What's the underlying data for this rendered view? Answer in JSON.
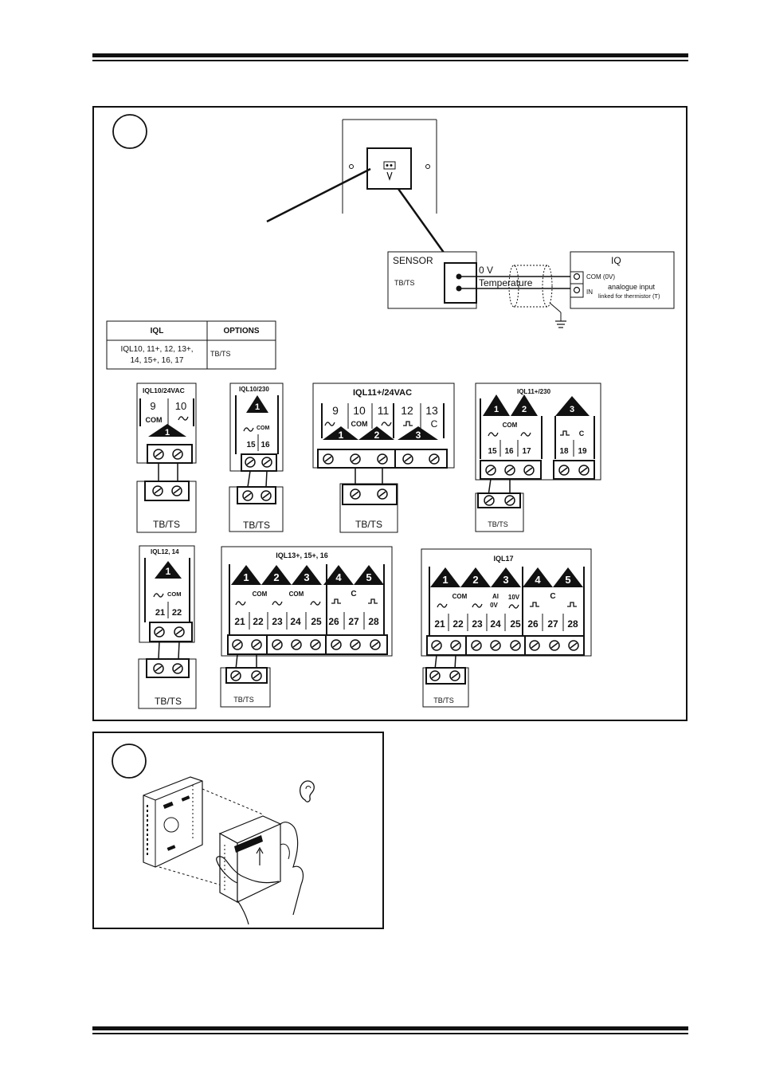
{
  "sensor_panel": {
    "sensor_label": "SENSOR",
    "sensor_option": "TB/TS",
    "wire_0v": "0 V",
    "wire_temp": "Temperature",
    "iq_label": "IQ",
    "iq_com": "COM (0V)",
    "iq_in": "IN",
    "iq_desc1": "analogue input",
    "iq_desc2": "linked for thermistor (T)"
  },
  "options_table": {
    "col1": "IQL",
    "col2": "OPTIONS",
    "row_iql_line1": "IQL10, 11+, 12, 13+,",
    "row_iql_line2": "14, 15+, 16, 17",
    "row_option": "TB/TS"
  },
  "wiring": {
    "iql10_24": {
      "title": "IQL10/24VAC",
      "t1": "9",
      "t2": "10",
      "com": "COM",
      "tri": "1",
      "sensor": "TB/TS"
    },
    "iql10_230": {
      "title": "IQL10/230",
      "tri": "1",
      "com": "COM",
      "t1": "15",
      "t2": "16",
      "sensor": "TB/TS"
    },
    "iql11_24": {
      "title": "IQL11+/24VAC",
      "terms": [
        "9",
        "10",
        "11",
        "12",
        "13"
      ],
      "com": "COM",
      "c": "C",
      "tri": [
        "1",
        "2",
        "3"
      ],
      "sensor": "TB/TS"
    },
    "iql11_230": {
      "title": "IQL11+/230",
      "tri": [
        "1",
        "2",
        "3"
      ],
      "com": "COM",
      "c": "C",
      "terms": [
        "15",
        "16",
        "17",
        "18",
        "19"
      ],
      "sensor": "TB/TS"
    },
    "iql12": {
      "title": "IQL12, 14",
      "tri": "1",
      "com": "COM",
      "terms": [
        "21",
        "22"
      ],
      "sensor": "TB/TS"
    },
    "iql13": {
      "title": "IQL13+, 15+, 16",
      "tri": [
        "1",
        "2",
        "3",
        "4",
        "5"
      ],
      "com1": "COM",
      "com2": "COM",
      "c": "C",
      "terms": [
        "21",
        "22",
        "23",
        "24",
        "25",
        "26",
        "27",
        "28"
      ],
      "sensor": "TB/TS"
    },
    "iql17": {
      "title": "IQL17",
      "tri": [
        "1",
        "2",
        "3",
        "4",
        "5"
      ],
      "com": "COM",
      "ai": "AI",
      "zero_v": "0V",
      "ten_v": "10V",
      "c": "C",
      "terms": [
        "21",
        "22",
        "23",
        "24",
        "25",
        "26",
        "27",
        "28"
      ],
      "sensor": "TB/TS"
    }
  }
}
